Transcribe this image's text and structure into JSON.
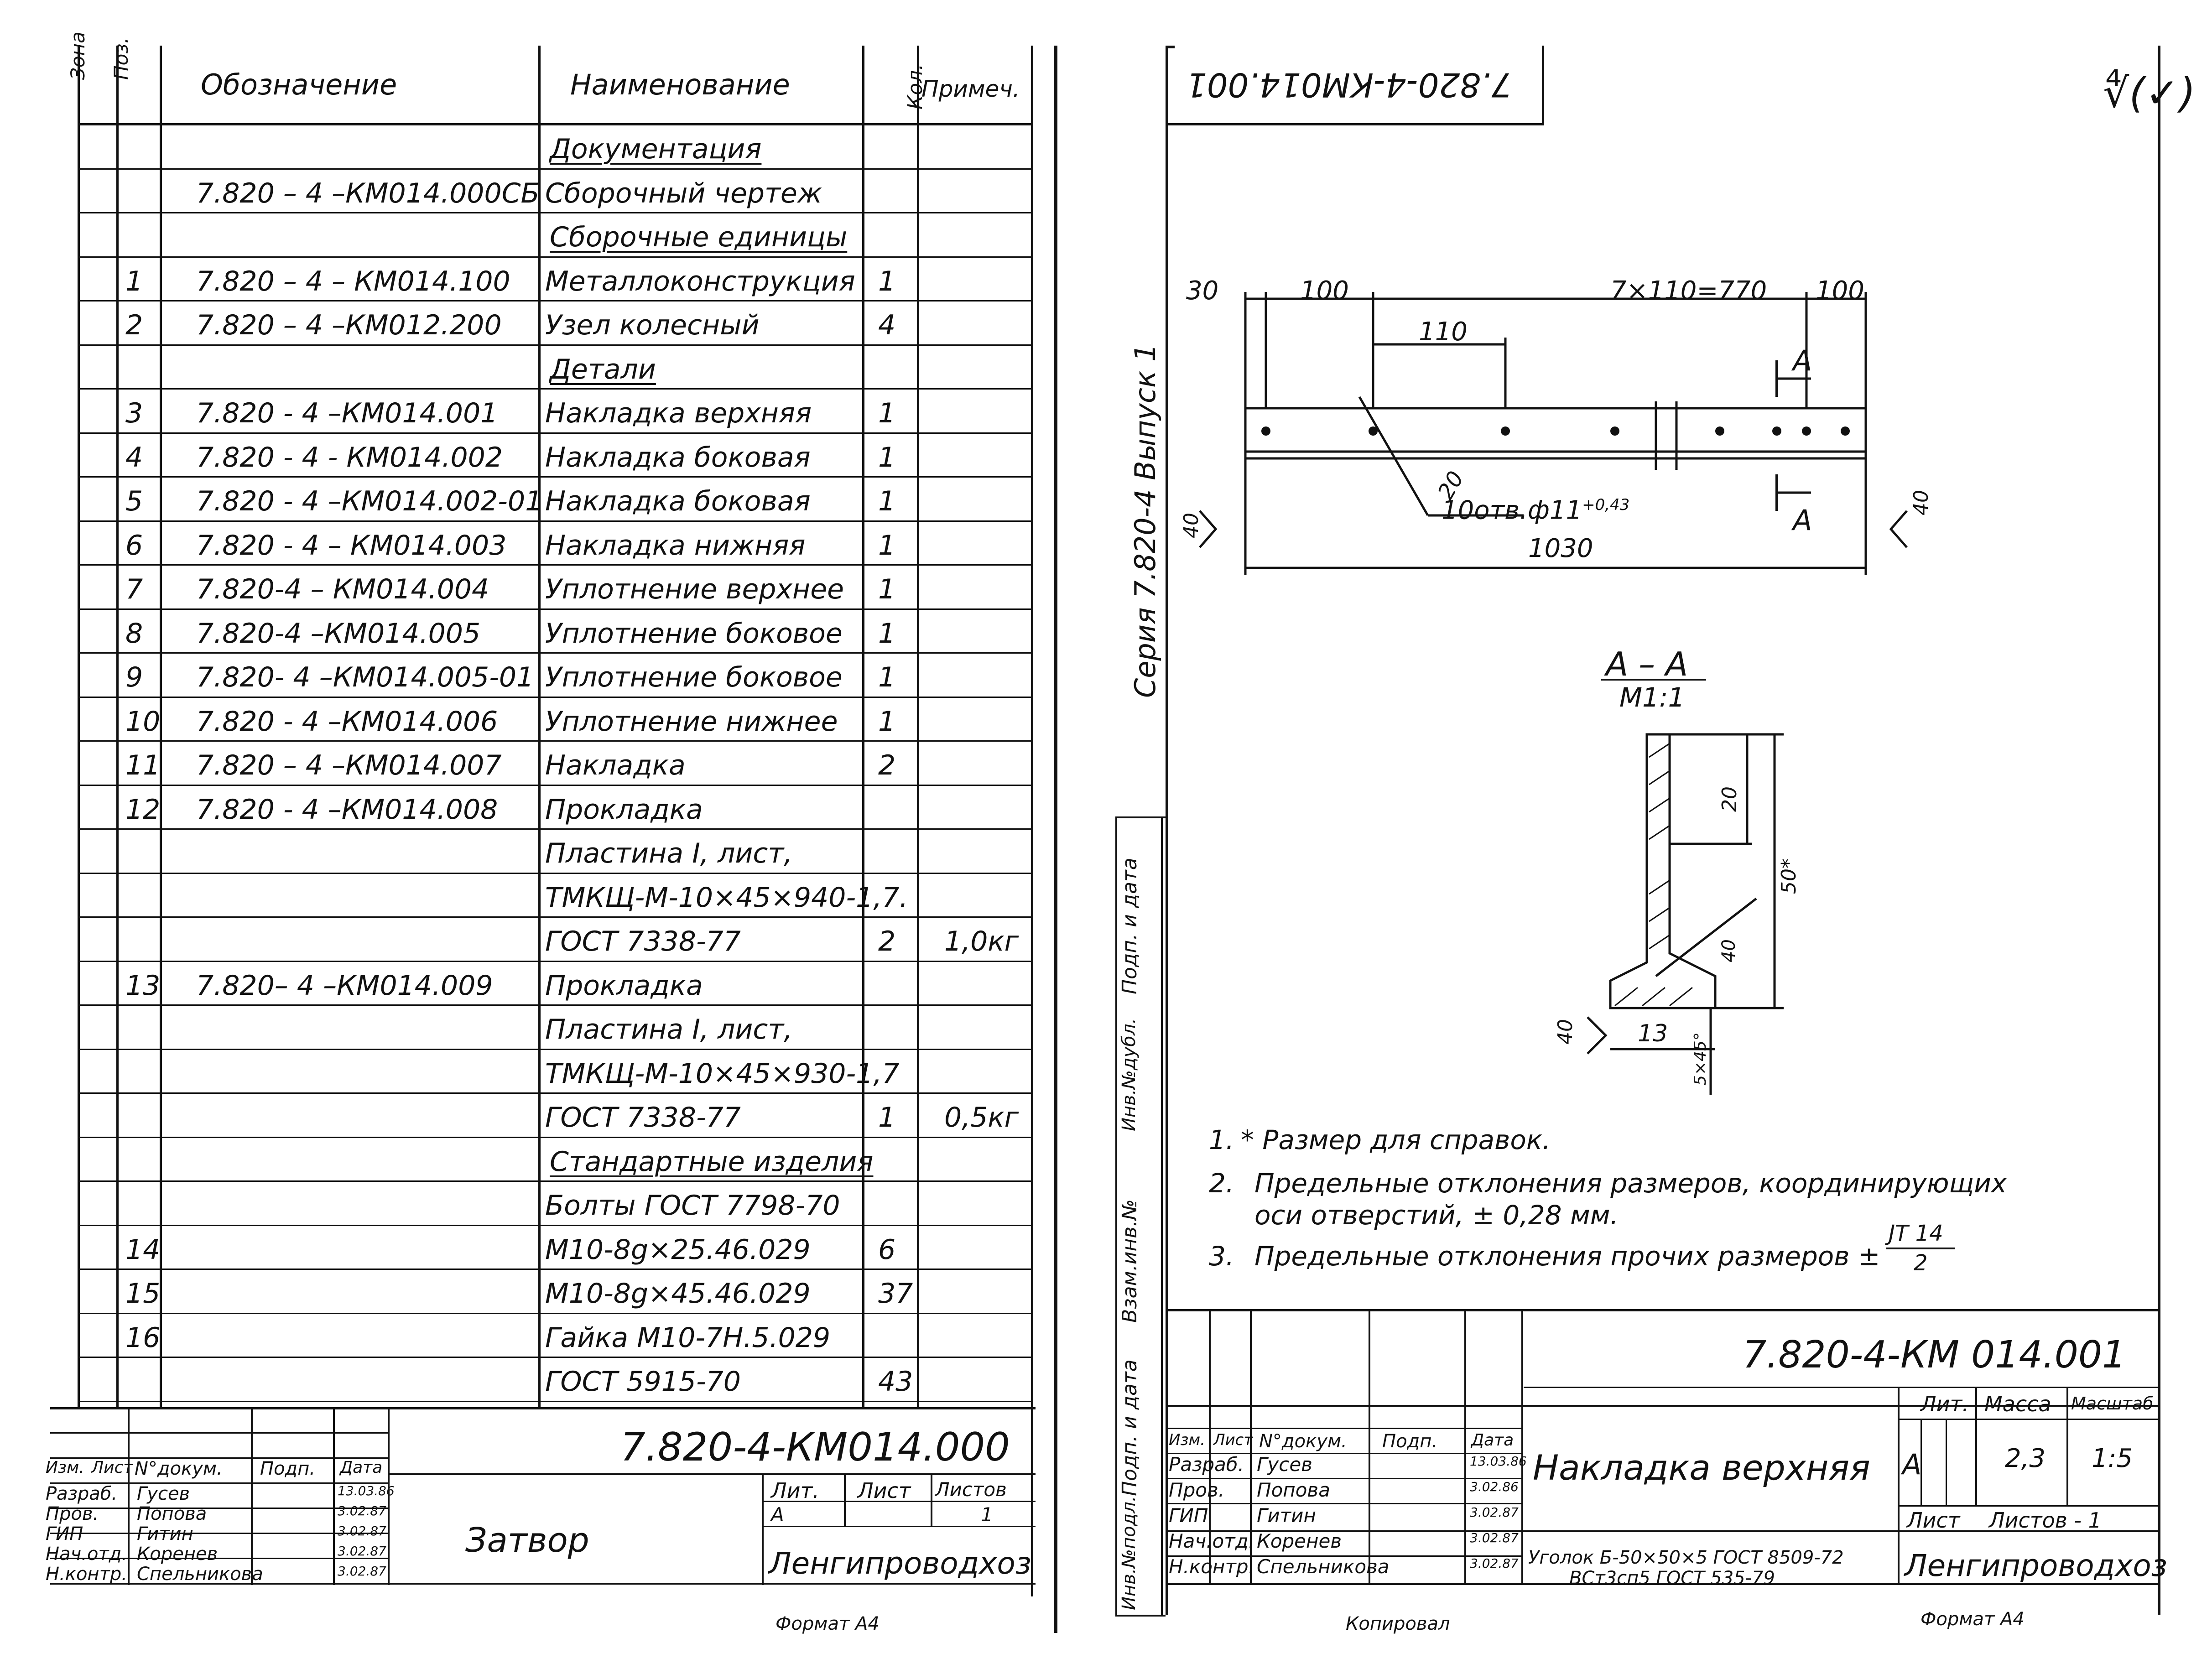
{
  "left_sheet": {
    "headers": {
      "zone": "Зона",
      "pos": "Поз.",
      "designation": "Обозначение",
      "name": "Наименование",
      "qty": "Кол.",
      "note": "Примеч."
    },
    "rows": [
      {
        "pos": "",
        "des": "",
        "name": "Документация",
        "qty": "",
        "note": "",
        "section": true
      },
      {
        "pos": "",
        "des": "7.820 – 4 –КМ014.000СБ",
        "name": "Сборочный чертеж",
        "qty": "",
        "note": ""
      },
      {
        "pos": "",
        "des": "",
        "name": "Сборочные единицы",
        "qty": "",
        "note": "",
        "section": true
      },
      {
        "pos": "1",
        "des": "7.820 – 4 – КМ014.100",
        "name": "Металлоконструкция",
        "qty": "1",
        "note": ""
      },
      {
        "pos": "2",
        "des": "7.820 – 4 –КМ012.200",
        "name": "Узел колесный",
        "qty": "4",
        "note": ""
      },
      {
        "pos": "",
        "des": "",
        "name": "Детали",
        "qty": "",
        "note": "",
        "section": true
      },
      {
        "pos": "3",
        "des": "7.820 - 4 –КМ014.001",
        "name": "Накладка верхняя",
        "qty": "1",
        "note": ""
      },
      {
        "pos": "4",
        "des": "7.820 - 4 - КМ014.002",
        "name": "Накладка боковая",
        "qty": "1",
        "note": ""
      },
      {
        "pos": "5",
        "des": "7.820 - 4 –КМ014.002-01",
        "name": "Накладка боковая",
        "qty": "1",
        "note": ""
      },
      {
        "pos": "6",
        "des": "7.820 - 4 – КМ014.003",
        "name": "Накладка нижняя",
        "qty": "1",
        "note": ""
      },
      {
        "pos": "7",
        "des": "7.820-4 – КМ014.004",
        "name": "Уплотнение верхнее",
        "qty": "1",
        "note": ""
      },
      {
        "pos": "8",
        "des": "7.820-4 –КМ014.005",
        "name": "Уплотнение боковое",
        "qty": "1",
        "note": ""
      },
      {
        "pos": "9",
        "des": "7.820- 4 –КМ014.005-01",
        "name": "Уплотнение боковое",
        "qty": "1",
        "note": ""
      },
      {
        "pos": "10",
        "des": "7.820 - 4 –КМ014.006",
        "name": "Уплотнение нижнее",
        "qty": "1",
        "note": ""
      },
      {
        "pos": "11",
        "des": "7.820 – 4 –КМ014.007",
        "name": "Накладка",
        "qty": "2",
        "note": ""
      },
      {
        "pos": "12",
        "des": "7.820 - 4 –КМ014.008",
        "name": "Прокладка",
        "qty": "",
        "note": ""
      },
      {
        "pos": "",
        "des": "",
        "name": "Пластина I, лист,",
        "qty": "",
        "note": ""
      },
      {
        "pos": "",
        "des": "",
        "name": "ТМКЩ-М-10×45×940-1,7.",
        "qty": "",
        "note": ""
      },
      {
        "pos": "",
        "des": "",
        "name": "ГОСТ 7338-77",
        "qty": "2",
        "note": "1,0кг"
      },
      {
        "pos": "13",
        "des": "7.820– 4 –КМ014.009",
        "name": "Прокладка",
        "qty": "",
        "note": ""
      },
      {
        "pos": "",
        "des": "",
        "name": "Пластина I, лист,",
        "qty": "",
        "note": ""
      },
      {
        "pos": "",
        "des": "",
        "name": "ТМКЩ-М-10×45×930-1,7",
        "qty": "",
        "note": ""
      },
      {
        "pos": "",
        "des": "",
        "name": "ГОСТ 7338-77",
        "qty": "1",
        "note": "0,5кг"
      },
      {
        "pos": "",
        "des": "",
        "name": "Стандартные изделия",
        "qty": "",
        "note": "",
        "section": true
      },
      {
        "pos": "",
        "des": "",
        "name": "Болты ГОСТ 7798-70",
        "qty": "",
        "note": ""
      },
      {
        "pos": "14",
        "des": "",
        "name": "М10-8g×25.46.029",
        "qty": "6",
        "note": ""
      },
      {
        "pos": "15",
        "des": "",
        "name": "М10-8g×45.46.029",
        "qty": "37",
        "note": ""
      },
      {
        "pos": "16",
        "des": "",
        "name": "Гайка М10-7Н.5.029",
        "qty": "",
        "note": ""
      },
      {
        "pos": "",
        "des": "",
        "name": "ГОСТ 5915-70",
        "qty": "43",
        "note": ""
      }
    ],
    "title_block": {
      "doc_number": "7.820-4-КМ014.000",
      "title": "Затвор",
      "org": "Ленгипроводхоз",
      "lit_label": "Лит.",
      "sheet_label": "Лист",
      "sheets_label": "Листов",
      "lit_value": "А",
      "sheets_value": "1",
      "header_cols": [
        "Изм.",
        "Лист",
        "N°докум.",
        "Подп.",
        "Дата"
      ],
      "signatures": [
        {
          "role": "Разраб.",
          "name": "Гусев",
          "date": "13.03.86"
        },
        {
          "role": "Пров.",
          "name": "Попова",
          "date": "3.02.87"
        },
        {
          "role": "ГИП",
          "name": "Гитин",
          "date": "3.02.87"
        },
        {
          "role": "Нач.отд.",
          "name": "Коренев",
          "date": "3.02.87"
        },
        {
          "role": "Н.контр.",
          "name": "Спельникова",
          "date": "3.02.87"
        }
      ],
      "format": "Формат А4"
    }
  },
  "right_sheet": {
    "rotated_code": "7.820-4-КМ014.001",
    "roughness": "∜(✓)",
    "series_text": "Серия 7.820-4    Выпуск 1",
    "side_labels": [
      "Подп. и дата",
      "Инв.№дубл.",
      "Взам.инв.№",
      "Подп. и дата",
      "Инв.№подл."
    ],
    "dims": {
      "d30": "30",
      "d100a": "100",
      "d770": "7×110=770",
      "d100b": "100",
      "d110": "110",
      "holes": "10отв.ф11",
      "holes_tol": "+0,43",
      "d20": "20",
      "d1030": "1030",
      "d40a": "40",
      "d40b": "40",
      "secA": "А"
    },
    "section": {
      "label": "А – А",
      "scale": "М1:1",
      "d20": "20",
      "d50": "50*",
      "d40": "40",
      "d13": "13",
      "d40b": "40",
      "d5x45": "5×45°"
    },
    "notes": [
      {
        "n": "1.",
        "text": "* Размер для справок."
      },
      {
        "n": "2.",
        "text": "Предельные отклонения размеров, координирующих"
      },
      {
        "n": "",
        "text": "оси отверстий, ± 0,28 мм."
      },
      {
        "n": "3.",
        "text": "Предельные отклонения прочих размеров ±"
      }
    ],
    "frac_num": "JT 14",
    "frac_den": "2",
    "title_block": {
      "doc_number": "7.820-4-КМ 014.001",
      "title": "Накладка верхняя",
      "material_top": "Уголок Б-50×50×5 ГОСТ 8509-72",
      "material_bottom": "ВСт3сп5 ГОСТ 535-79",
      "lit_label": "Лит.",
      "mass_label": "Масса",
      "scale_label": "Масштаб",
      "lit_value": "А",
      "mass_value": "2,3",
      "scale_value": "1:5",
      "sheet_label": "Лист",
      "sheets_label": "Листов",
      "sheets_value": "1",
      "org": "Ленгипроводхоз",
      "header_cols": [
        "Изм.",
        "Лист",
        "N°докум.",
        "Подп.",
        "Дата"
      ],
      "signatures": [
        {
          "role": "Разраб.",
          "name": "Гусев",
          "date": "13.03.86"
        },
        {
          "role": "Пров.",
          "name": "Попова",
          "date": "3.02.86"
        },
        {
          "role": "ГИП",
          "name": "Гитин",
          "date": "3.02.87"
        },
        {
          "role": "Нач.отд.",
          "name": "Коренев",
          "date": "3.02.87"
        },
        {
          "role": "Н.контр.",
          "name": "Спельникова",
          "date": "3.02.87"
        }
      ],
      "copied": "Копировал",
      "format": "Формат А4"
    }
  }
}
